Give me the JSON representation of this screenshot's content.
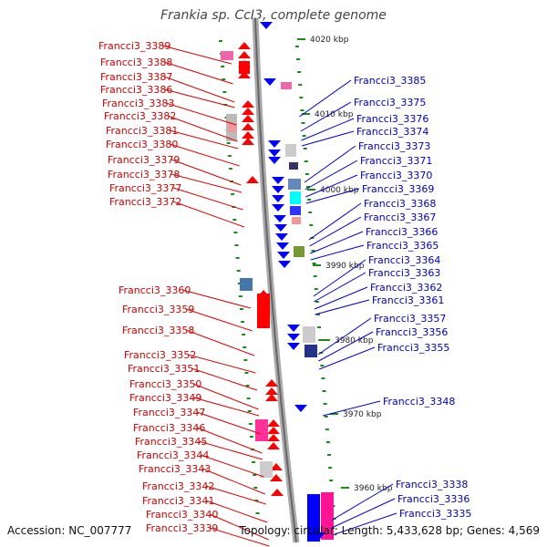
{
  "title": "Frankia sp. CcI3, complete genome",
  "footer": {
    "accession": "Accession: NC_007777",
    "topology": "Topology: circular; Length: 5,433,628 bp; Genes: 4,569"
  },
  "colors": {
    "forward": "#ff0000",
    "reverse": "#0000ff",
    "tick": "#1a8a1a",
    "backbone": "#999999"
  },
  "kbp_marks": [
    "4020 kbp",
    "4010 kbp",
    "4000 kbp",
    "3990 kbp",
    "3980 kbp",
    "3970 kbp",
    "3960 kbp"
  ],
  "left_genes": [
    "Francci3_3389",
    "Francci3_3388",
    "Francci3_3387",
    "Francci3_3386",
    "Francci3_3383",
    "Francci3_3382",
    "Francci3_3381",
    "Francci3_3380",
    "Francci3_3379",
    "Francci3_3378",
    "Francci3_3377",
    "Francci3_3372",
    "Francci3_3360",
    "Francci3_3359",
    "Francci3_3358",
    "Francci3_3352",
    "Francci3_3351",
    "Francci3_3350",
    "Francci3_3349",
    "Francci3_3347",
    "Francci3_3346",
    "Francci3_3345",
    "Francci3_3344",
    "Francci3_3343",
    "Francci3_3342",
    "Francci3_3341",
    "Francci3_3340",
    "Francci3_3339"
  ],
  "right_genes": [
    "Francci3_3385",
    "Francci3_3375",
    "Francci3_3376",
    "Francci3_3374",
    "Francci3_3373",
    "Francci3_3371",
    "Francci3_3370",
    "Francci3_3369",
    "Francci3_3368",
    "Francci3_3367",
    "Francci3_3366",
    "Francci3_3365",
    "Francci3_3364",
    "Francci3_3363",
    "Francci3_3362",
    "Francci3_3361",
    "Francci3_3357",
    "Francci3_3356",
    "Francci3_3355",
    "Francci3_3348",
    "Francci3_3338",
    "Francci3_3336",
    "Francci3_3335"
  ]
}
